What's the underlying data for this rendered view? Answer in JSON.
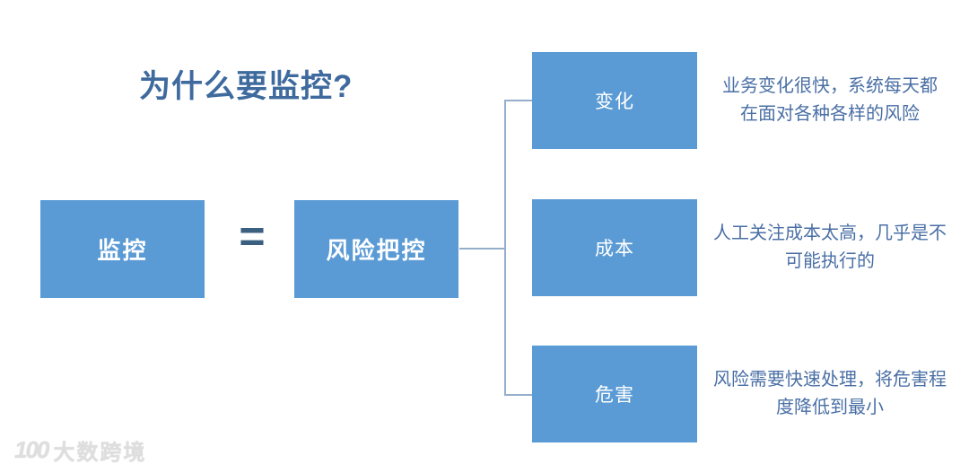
{
  "title": "为什么要监控?",
  "equation": {
    "left": "监控",
    "operator": "=",
    "right": "风险把控"
  },
  "branches": [
    {
      "label": "变化",
      "desc_line1": "业务变化很快，系统每天都",
      "desc_line2": "在面对各种各样的风险"
    },
    {
      "label": "成本",
      "desc_line1": "人工关注成本太高，几乎是不",
      "desc_line2": "可能执行的"
    },
    {
      "label": "危害",
      "desc_line1": "风险需要快速处理，将危害程",
      "desc_line2": "度降低到最小"
    }
  ],
  "watermark": {
    "logo": "100",
    "text": "大数跨境"
  },
  "colors": {
    "box_fill": "#5b9bd5",
    "title_text": "#3e6a9e",
    "description_text": "#4a6fa5",
    "connector_line": "#94aecb",
    "equals_sign": "#3a5f7f",
    "box_label_text": "#ffffff",
    "background": "#ffffff",
    "watermark_text": "#dedede"
  }
}
